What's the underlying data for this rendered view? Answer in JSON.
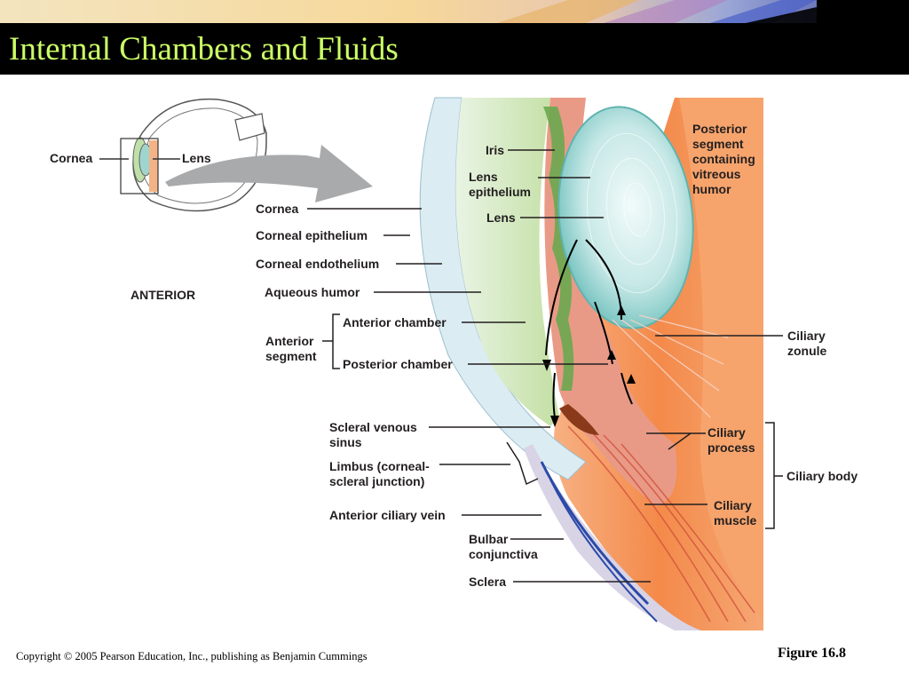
{
  "slide": {
    "title": "Internal Chambers and Fluids",
    "copyright": "Copyright © 2005 Pearson Education, Inc., publishing as Benjamin Cummings",
    "figure": "Figure 16.8"
  },
  "inset": {
    "cornea_label": "Cornea",
    "lens_label": "Lens",
    "orientation_label": "ANTERIOR"
  },
  "labels": {
    "iris": "Iris",
    "lens_epithelium_1": "Lens",
    "lens_epithelium_2": "epithelium",
    "lens": "Lens",
    "posterior_1": "Posterior",
    "posterior_2": "segment",
    "posterior_3": "containing",
    "posterior_4": "vitreous",
    "posterior_5": "humor",
    "cornea": "Cornea",
    "corneal_epithelium": "Corneal epithelium",
    "corneal_endothelium": "Corneal endothelium",
    "aqueous_humor": "Aqueous humor",
    "anterior_segment_1": "Anterior",
    "anterior_segment_2": "segment",
    "anterior_chamber": "Anterior chamber",
    "posterior_chamber": "Posterior chamber",
    "ciliary_zonule_1": "Ciliary",
    "ciliary_zonule_2": "zonule",
    "scleral_sinus_1": "Scleral venous",
    "scleral_sinus_2": "sinus",
    "limbus_1": "Limbus (corneal-",
    "limbus_2": "scleral junction)",
    "ciliary_process_1": "Ciliary",
    "ciliary_process_2": "process",
    "ciliary_body": "Ciliary body",
    "ciliary_muscle_1": "Ciliary",
    "ciliary_muscle_2": "muscle",
    "anterior_ciliary_vein": "Anterior ciliary vein",
    "bulbar_1": "Bulbar",
    "bulbar_2": "conjunctiva",
    "sclera": "Sclera"
  }
}
